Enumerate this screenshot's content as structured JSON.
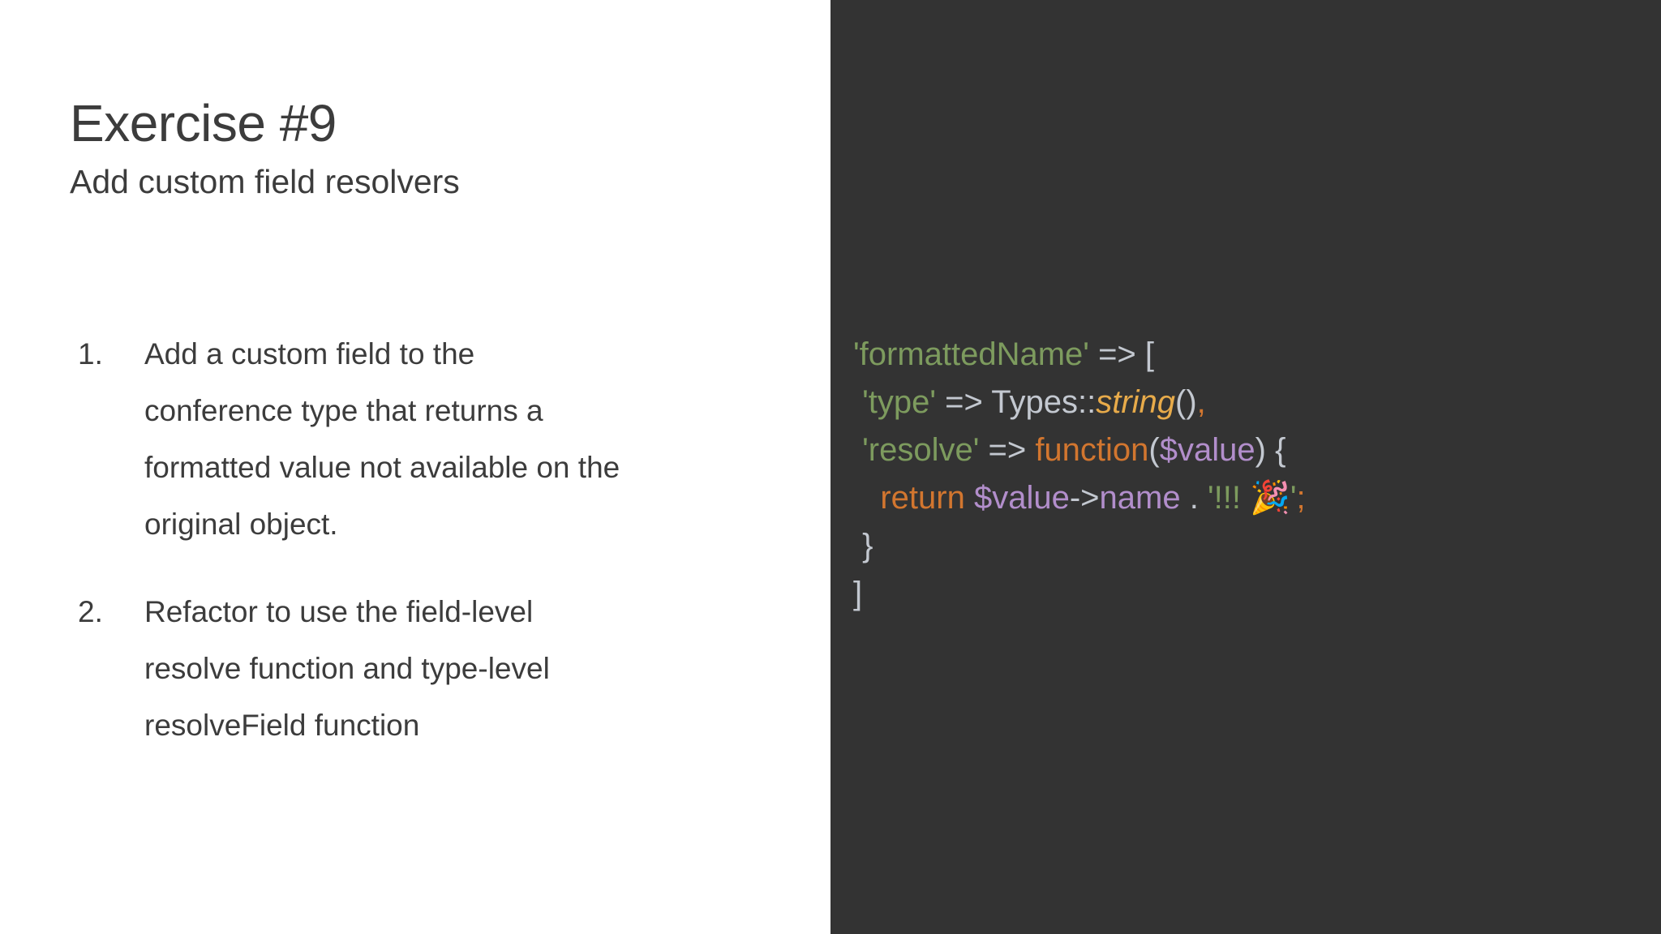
{
  "slide": {
    "title": "Exercise #9",
    "subtitle": "Add custom field resolvers",
    "background_color": "#ffffff",
    "text_color": "#3c3c3c"
  },
  "tasks": [
    {
      "number": "1.",
      "text": "Add a custom field to the conference type that returns a formatted value not available on the original object."
    },
    {
      "number": "2.",
      "text": "Refactor to use the field-level resolve function and type-level resolveField function"
    }
  ],
  "code_panel": {
    "background_color": "#333333",
    "language": "php",
    "raw": "'formattedName' => [\n  'type' => Types::string(),\n  'resolve' => function($value) {\n    return $value->name . '!!! 🎉';\n  }\n]",
    "lines": [
      {
        "indent": "",
        "tokens": [
          {
            "text": "'formattedName'",
            "kind": "string"
          },
          {
            "text": " ",
            "kind": "plain"
          },
          {
            "text": "=>",
            "kind": "operator"
          },
          {
            "text": " ",
            "kind": "plain"
          },
          {
            "text": "[",
            "kind": "punct"
          }
        ]
      },
      {
        "indent": " ",
        "tokens": [
          {
            "text": "'type'",
            "kind": "string"
          },
          {
            "text": " ",
            "kind": "plain"
          },
          {
            "text": "=>",
            "kind": "operator"
          },
          {
            "text": " ",
            "kind": "plain"
          },
          {
            "text": "Types::",
            "kind": "class"
          },
          {
            "text": "string",
            "kind": "method"
          },
          {
            "text": "()",
            "kind": "punct"
          },
          {
            "text": ",",
            "kind": "keyword"
          }
        ]
      },
      {
        "indent": " ",
        "tokens": [
          {
            "text": "'resolve'",
            "kind": "string"
          },
          {
            "text": " ",
            "kind": "plain"
          },
          {
            "text": "=>",
            "kind": "operator"
          },
          {
            "text": " ",
            "kind": "plain"
          },
          {
            "text": "function",
            "kind": "keyword"
          },
          {
            "text": "(",
            "kind": "punct"
          },
          {
            "text": "$value",
            "kind": "variable"
          },
          {
            "text": ")",
            "kind": "punct"
          },
          {
            "text": " {",
            "kind": "punct"
          }
        ]
      },
      {
        "indent": "   ",
        "tokens": [
          {
            "text": "return",
            "kind": "keyword"
          },
          {
            "text": " ",
            "kind": "plain"
          },
          {
            "text": "$value",
            "kind": "variable"
          },
          {
            "text": "->",
            "kind": "operator"
          },
          {
            "text": "name",
            "kind": "variable"
          },
          {
            "text": " ",
            "kind": "plain"
          },
          {
            "text": ".",
            "kind": "punct"
          },
          {
            "text": " ",
            "kind": "plain"
          },
          {
            "text": "'!!! ",
            "kind": "string"
          },
          {
            "text": "🎉",
            "kind": "emoji"
          },
          {
            "text": "'",
            "kind": "string"
          },
          {
            "text": ";",
            "kind": "keyword"
          }
        ]
      },
      {
        "indent": " ",
        "tokens": [
          {
            "text": "}",
            "kind": "punct"
          }
        ]
      },
      {
        "indent": "",
        "tokens": [
          {
            "text": "]",
            "kind": "punct"
          }
        ]
      }
    ]
  },
  "syntax_colors": {
    "string": "#7d9b5e",
    "operator": "#c3c8d0",
    "punct": "#c3c8d0",
    "class": "#c3c8d0",
    "method": "#e8ab4a",
    "keyword": "#d2762f",
    "variable": "#b28ecb"
  }
}
